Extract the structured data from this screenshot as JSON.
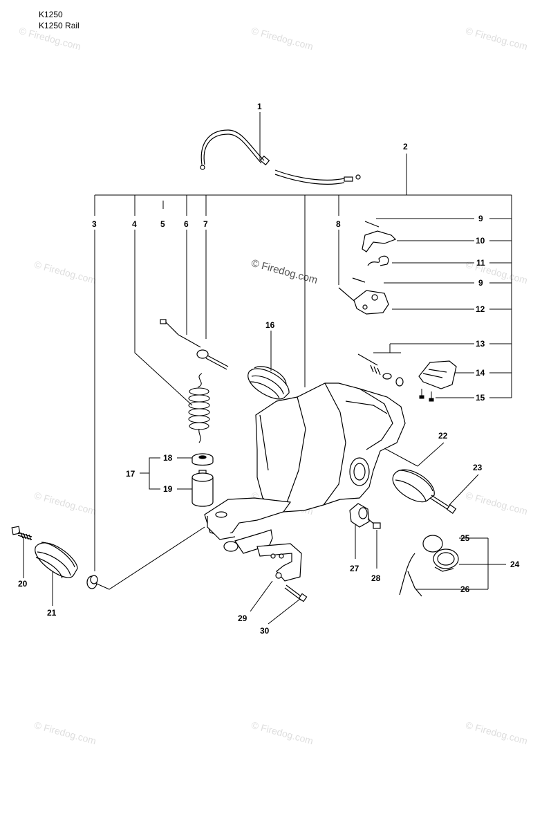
{
  "header": {
    "model": "K1250",
    "model_variant": "K1250 Rail"
  },
  "watermark": {
    "text": "© Firedog.com",
    "color": "#dedede",
    "main_color": "#555555"
  },
  "callouts": {
    "c1": "1",
    "c2": "2",
    "c3": "3",
    "c4": "4",
    "c5": "5",
    "c6": "6",
    "c7": "7",
    "c8": "8",
    "c9a": "9",
    "c9b": "9",
    "c10": "10",
    "c11": "11",
    "c12": "12",
    "c13": "13",
    "c14": "14",
    "c15": "15",
    "c16": "16",
    "c17": "17",
    "c18": "18",
    "c19": "19",
    "c20": "20",
    "c21": "21",
    "c22": "22",
    "c23": "23",
    "c24": "24",
    "c25": "25",
    "c26": "26",
    "c27": "27",
    "c28": "28",
    "c29": "29",
    "c30": "30"
  }
}
